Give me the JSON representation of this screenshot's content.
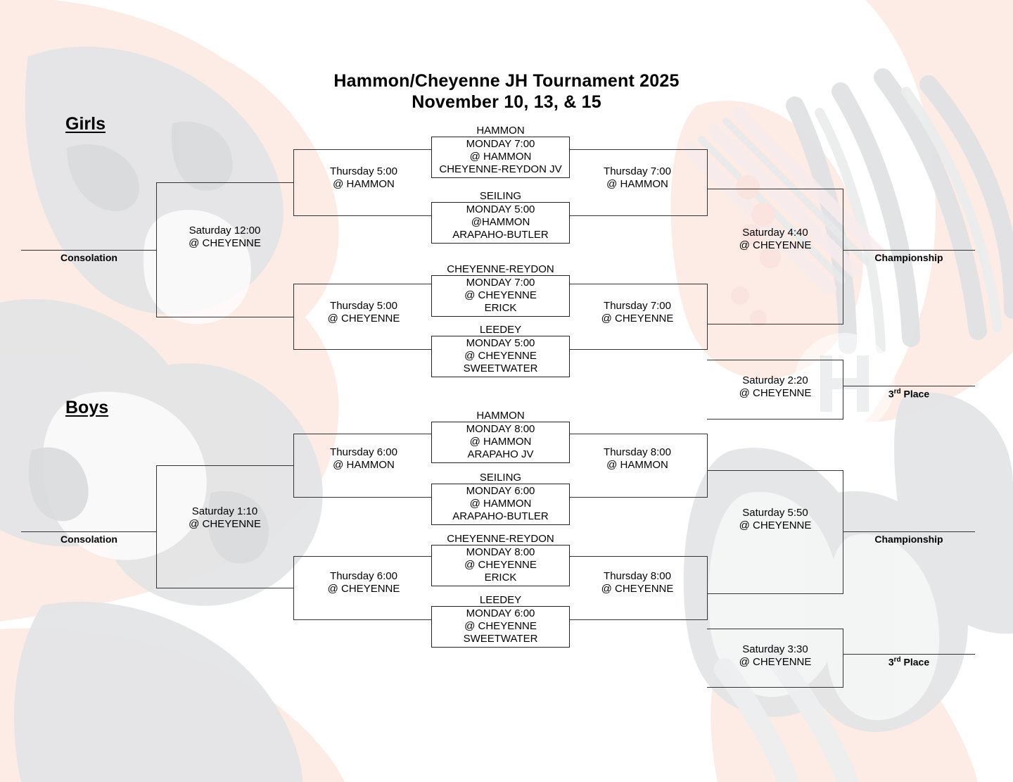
{
  "title": {
    "line1": "Hammon/Cheyenne JH Tournament 2025",
    "line2": "November 10, 13, & 15"
  },
  "sections": {
    "girls": {
      "header": "Girls",
      "consolation_label": "Consolation",
      "championship_label": "Championship",
      "third_place_label": "3",
      "third_place_sup": "rd",
      "third_place_rest": " Place",
      "games": [
        {
          "top_team": "HAMMON",
          "day_time": "MONDAY 7:00",
          "site": "@ HAMMON",
          "bottom_team": "CHEYENNE-REYDON JV"
        },
        {
          "top_team": "SEILING",
          "day_time": "MONDAY   5:00",
          "site": "@HAMMON",
          "bottom_team": "ARAPAHO-BUTLER"
        },
        {
          "top_team": "CHEYENNE-REYDON",
          "day_time": "MONDAY 7:00",
          "site": "@ CHEYENNE",
          "bottom_team": "ERICK"
        },
        {
          "top_team": "LEEDEY",
          "day_time": "MONDAY  5:00",
          "site": "@ CHEYENNE",
          "bottom_team": "SWEETWATER"
        }
      ],
      "semifinal_upper": {
        "when": "Thursday 5:00",
        "where": "@ HAMMON"
      },
      "semifinal_lower": {
        "when": "Thursday 5:00",
        "where": "@ CHEYENNE"
      },
      "round2_upper": {
        "when": "Thursday 7:00",
        "where": "@ HAMMON"
      },
      "round2_lower": {
        "when": "Thursday 7:00",
        "where": "@ CHEYENNE"
      },
      "consolation_game": {
        "when": "Saturday 12:00",
        "where": "@ CHEYENNE"
      },
      "championship_game": {
        "when": "Saturday   4:40",
        "where": "@ CHEYENNE"
      },
      "third_place_game": {
        "when": "Saturday  2:20",
        "where": "@ CHEYENNE"
      }
    },
    "boys": {
      "header": "Boys",
      "consolation_label": "Consolation",
      "championship_label": "Championship",
      "third_place_label": "3",
      "third_place_sup": "rd",
      "third_place_rest": " Place",
      "games": [
        {
          "top_team": "HAMMON",
          "day_time": "MONDAY 8:00",
          "site": "@ HAMMON",
          "bottom_team": "ARAPAHO JV"
        },
        {
          "top_team": "SEILING",
          "day_time": "MONDAY 6:00",
          "site": "@ HAMMON",
          "bottom_team": "ARAPAHO-BUTLER"
        },
        {
          "top_team": "CHEYENNE-REYDON",
          "day_time": "MONDAY 8:00",
          "site": "@ CHEYENNE",
          "bottom_team": "ERICK"
        },
        {
          "top_team": "LEEDEY",
          "day_time": "MONDAY 6:00",
          "site": "@ CHEYENNE",
          "bottom_team": "SWEETWATER"
        }
      ],
      "semifinal_upper": {
        "when": "Thursday 6:00",
        "where": "@ HAMMON"
      },
      "semifinal_lower": {
        "when": "Thursday 6:00",
        "where": "@ CHEYENNE"
      },
      "round2_upper": {
        "when": "Thursday 8:00",
        "where": "@ HAMMON"
      },
      "round2_lower": {
        "when": "Thursday 8:00",
        "where": "@ CHEYENNE"
      },
      "consolation_game": {
        "when": "Saturday 1:10",
        "where": "@ CHEYENNE"
      },
      "championship_game": {
        "when": "Saturday 5:50",
        "where": "@ CHEYENNE"
      },
      "third_place_game": {
        "when": "Saturday 3:30",
        "where": "@ CHEYENNE"
      }
    }
  },
  "colors": {
    "line": "#333333",
    "text": "#000000",
    "watermark_pink": "#fdeeea",
    "watermark_grey": "#e6e7e8",
    "background": "#ffffff"
  }
}
